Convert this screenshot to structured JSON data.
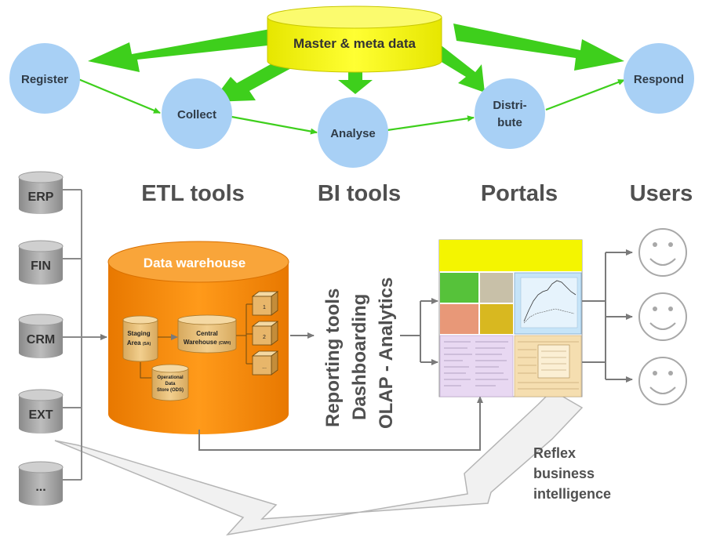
{
  "master": {
    "label": "Master & meta data"
  },
  "process": {
    "register": "Register",
    "collect": "Collect",
    "analyse": "Analyse",
    "distribute_line1": "Distri-",
    "distribute_line2": "bute",
    "respond": "Respond"
  },
  "headings": {
    "etl": "ETL tools",
    "bi": "BI tools",
    "portals": "Portals",
    "users": "Users"
  },
  "sources": [
    "ERP",
    "FIN",
    "CRM",
    "EXT",
    "..."
  ],
  "warehouse": {
    "title": "Data warehouse",
    "staging_line1": "Staging",
    "staging_line2": "Area",
    "staging_abbr": "(SA)",
    "central_line1": "Central",
    "central_line2": "Warehouse",
    "central_abbr": "(CWH)",
    "ods_line1": "Operational",
    "ods_line2": "Data",
    "ods_line3": "Store (ODS)",
    "marts": [
      "1",
      "2",
      "..."
    ]
  },
  "bi_tools": {
    "line1": "Reporting tools",
    "line2": "Dashboarding",
    "line3": "OLAP - Analytics"
  },
  "reflex": {
    "line1": "Reflex",
    "line2": "business",
    "line3": "intelligence"
  },
  "colors": {
    "circle": "#a8d0f5",
    "arrow_green": "#3ecf1c",
    "master_yellow": "#f4f500",
    "warehouse_orange": "#f78a0a",
    "source_gray": "#9c9c9c",
    "heading_gray": "#505050"
  }
}
